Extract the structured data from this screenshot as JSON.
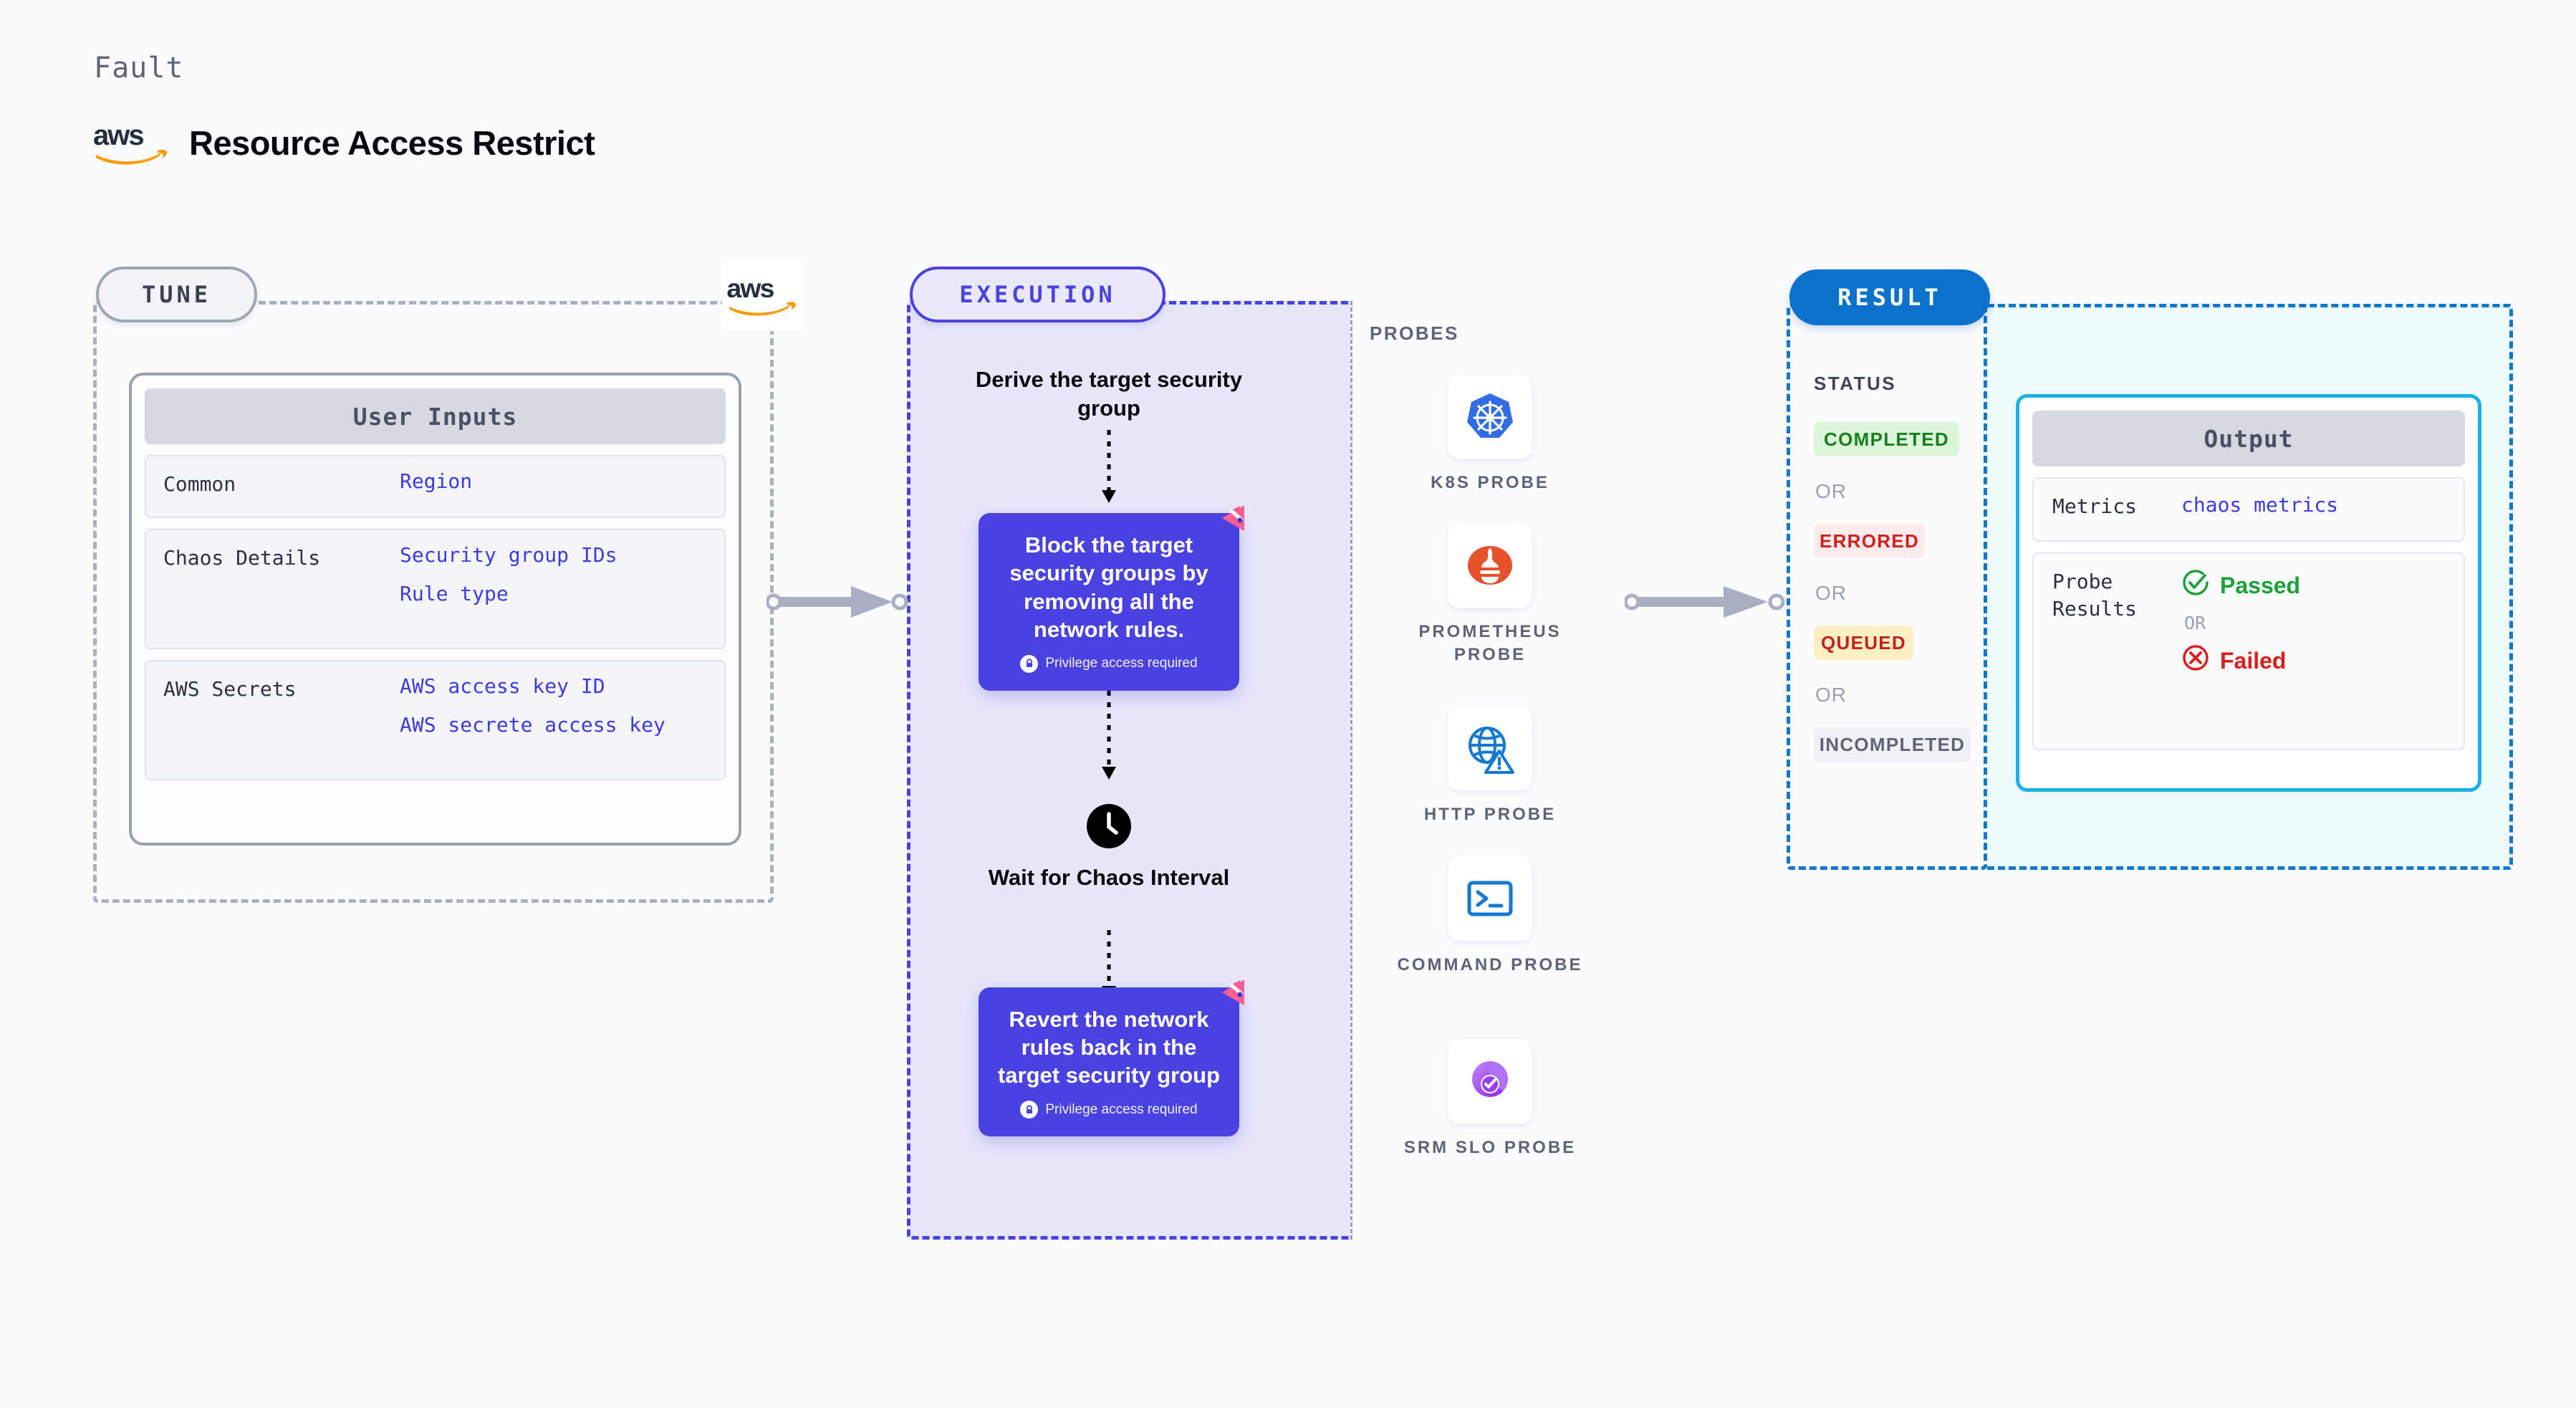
{
  "header": {
    "kicker": "Fault",
    "title": "Resource Access Restrict",
    "logo_icon": "aws-logo-icon"
  },
  "tune": {
    "pill_label": "TUNE",
    "provider_icon": "aws-logo-icon",
    "card": {
      "title": "User Inputs",
      "rows": [
        {
          "key": "Common",
          "values": [
            "Region"
          ]
        },
        {
          "key": "Chaos Details",
          "values": [
            "Security group IDs",
            "Rule type"
          ]
        },
        {
          "key": "AWS Secrets",
          "values": [
            "AWS access key ID",
            "AWS secrete access key"
          ]
        }
      ]
    }
  },
  "execution": {
    "pill_label": "EXECUTION",
    "steps": {
      "derive": "Derive the target security group",
      "block_card": {
        "text": "Block the target security groups by removing all the network rules.",
        "note": "Privilege access required",
        "note_icon": "lock-icon",
        "corner_icon": "litmus-logo-icon"
      },
      "wait": "Wait for Chaos Interval",
      "wait_icon": "clock-icon",
      "revert_card": {
        "text": "Revert the network rules back in the target security group",
        "note": "Privilege access required",
        "note_icon": "lock-icon",
        "corner_icon": "litmus-logo-icon"
      }
    },
    "probes": {
      "label": "PROBES",
      "items": [
        {
          "label": "K8S PROBE",
          "icon": "kubernetes-icon"
        },
        {
          "label": "PROMETHEUS PROBE",
          "icon": "prometheus-icon"
        },
        {
          "label": "HTTP PROBE",
          "icon": "globe-warning-icon"
        },
        {
          "label": "COMMAND PROBE",
          "icon": "terminal-icon"
        },
        {
          "label": "SRM SLO PROBE",
          "icon": "srm-slo-icon"
        }
      ]
    }
  },
  "result": {
    "pill_label": "RESULT",
    "status_label": "STATUS",
    "or_label": "OR",
    "statuses": [
      {
        "label": "COMPLETED",
        "bg": "#dcf5dc",
        "fg": "#17801a"
      },
      {
        "label": "ERRORED",
        "bg": "#fdeaea",
        "fg": "#cf2020"
      },
      {
        "label": "QUEUED",
        "bg": "#fcefc4",
        "fg": "#c22121"
      },
      {
        "label": "INCOMPLETED",
        "bg": "#eff0f5",
        "fg": "#5d6478"
      }
    ],
    "output": {
      "title": "Output",
      "metrics_key": "Metrics",
      "metrics_value": "chaos metrics",
      "probe_key": "Probe Results",
      "passed_label": "Passed",
      "passed_icon": "check-circle-icon",
      "failed_label": "Failed",
      "failed_icon": "x-circle-icon",
      "or_label": "OR"
    }
  },
  "colors": {
    "execution_accent": "#4a42e0",
    "result_accent": "#0b72cc",
    "output_accent": "#1cb0e8",
    "tune_accent": "#9ea5b4",
    "link_text": "#3f39e0"
  }
}
